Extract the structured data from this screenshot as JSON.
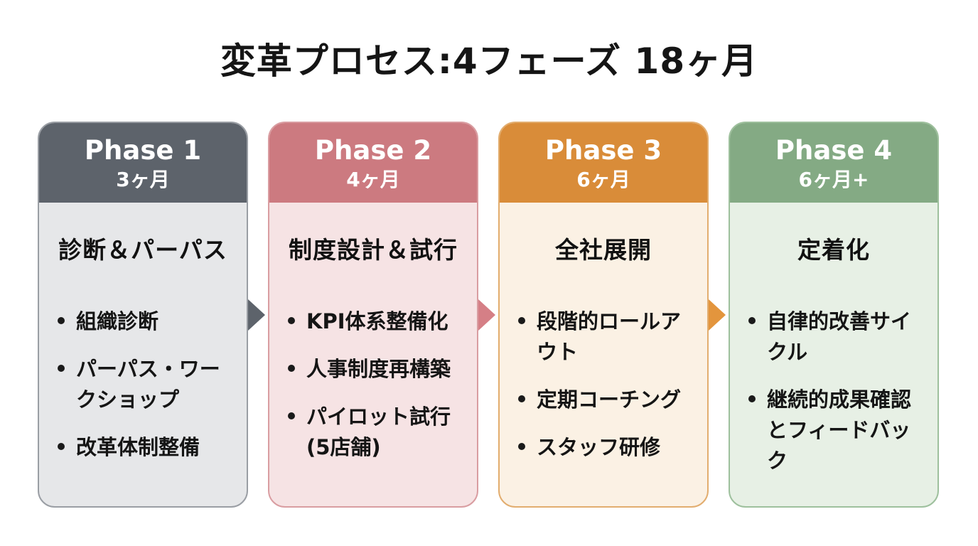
{
  "title": "変革プロセス:4フェーズ 18ヶ月",
  "phases": [
    {
      "phase": "Phase 1",
      "duration": "3ヶ月",
      "subtitle": "診断＆パーパス",
      "items": [
        "組織診断",
        "パーパス・ワークショップ",
        "改革体制整備"
      ],
      "head_color": "#5d636b",
      "body_color": "#e6e7e9",
      "border_color": "#9a9ea4",
      "arrow_color": "#5d636b"
    },
    {
      "phase": "Phase 2",
      "duration": "4ヶ月",
      "subtitle": "制度設計＆試行",
      "items": [
        "KPI体系整備化",
        "人事制度再構築",
        "パイロット試行(5店舗)"
      ],
      "head_color": "#cc7a80",
      "body_color": "#f6e3e4",
      "border_color": "#d99da1",
      "arrow_color": "#d57f86"
    },
    {
      "phase": "Phase 3",
      "duration": "6ヶ月",
      "subtitle": "全社展開",
      "items": [
        "段階的ロールアウト",
        "定期コーチング",
        "スタッフ研修"
      ],
      "head_color": "#d98c39",
      "body_color": "#fbf1e4",
      "border_color": "#e2ad6f",
      "arrow_color": "#e3953d"
    },
    {
      "phase": "Phase 4",
      "duration": "6ヶ月+",
      "subtitle": "定着化",
      "items": [
        "自律的改善サイクル",
        "継続的成果確認とフィードバック"
      ],
      "head_color": "#84aa84",
      "body_color": "#e7f0e5",
      "border_color": "#9ec09d",
      "arrow_color": ""
    }
  ]
}
